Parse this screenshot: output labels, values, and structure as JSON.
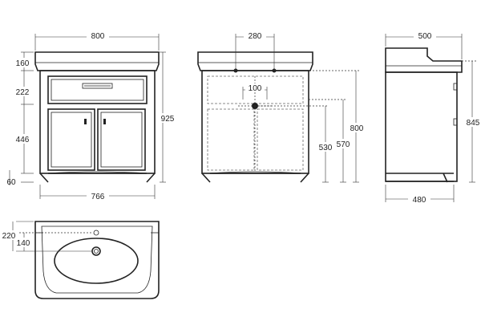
{
  "views": {
    "front": {
      "width_top": "800",
      "width_base": "766",
      "height_total": "925",
      "height_splash": "160",
      "height_drawer": "222",
      "height_doors": "446",
      "height_plinth": "60"
    },
    "back": {
      "tap_spacing": "280",
      "waste_offset": "100",
      "height_530": "530",
      "height_570": "570",
      "height_800": "800"
    },
    "side": {
      "depth_top": "500",
      "depth_base": "480",
      "height_845": "845"
    },
    "plan": {
      "depth_220": "220",
      "depth_140": "140"
    }
  },
  "colors": {
    "line": "#222222",
    "background": "#ffffff"
  }
}
